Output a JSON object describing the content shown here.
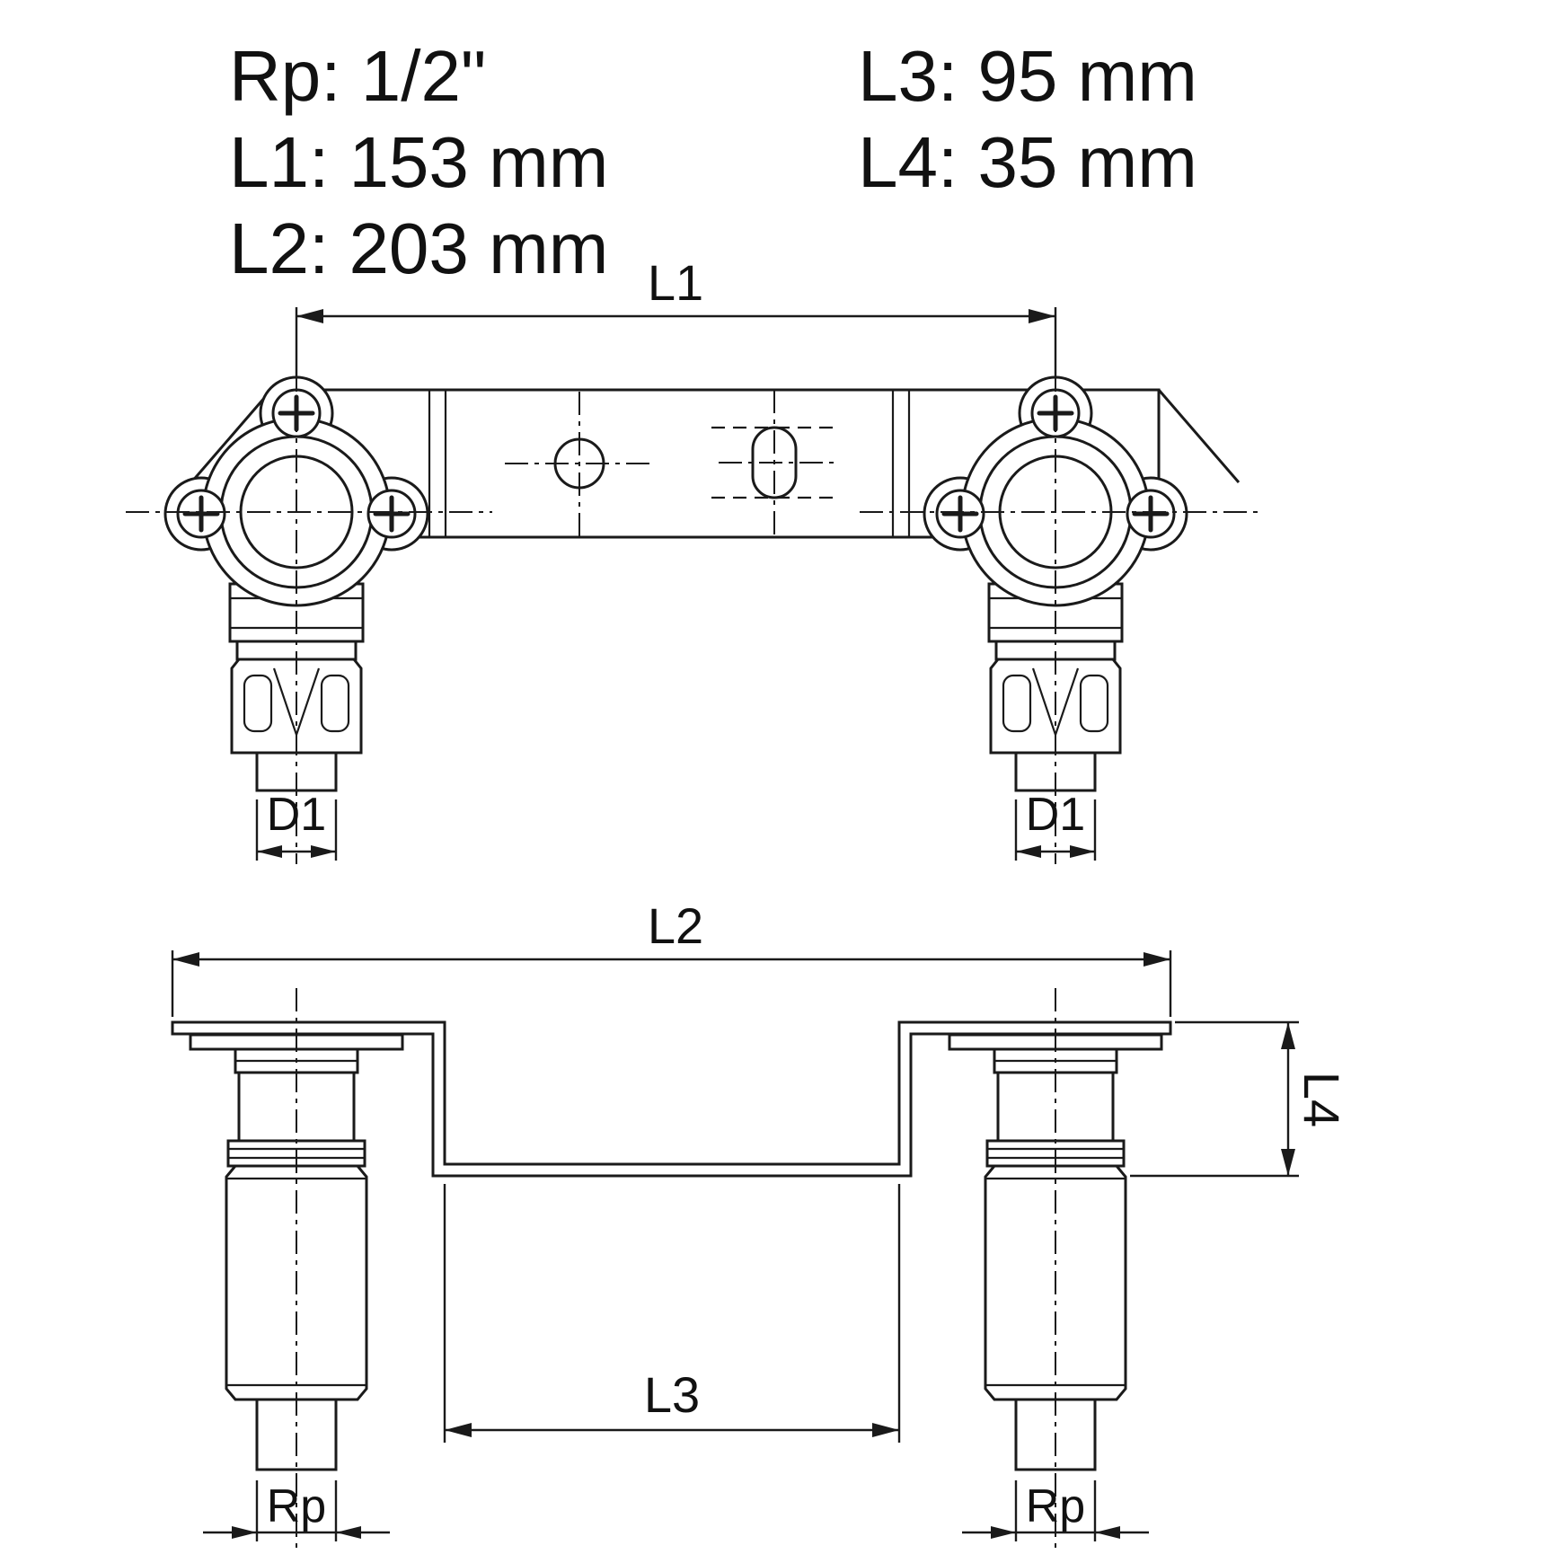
{
  "colors": {
    "background": "#ffffff",
    "line": "#1a1a1a"
  },
  "specs": {
    "col1": [
      "Rp: 1/2\"",
      "L1: 153 mm",
      "L2: 203 mm"
    ],
    "col2": [
      "L3: 95 mm",
      "L4: 35 mm"
    ]
  },
  "dimension_labels": {
    "l1": "L1",
    "l2": "L2",
    "l3": "L3",
    "l4": "L4",
    "d1": "D1",
    "rp": "Rp"
  }
}
